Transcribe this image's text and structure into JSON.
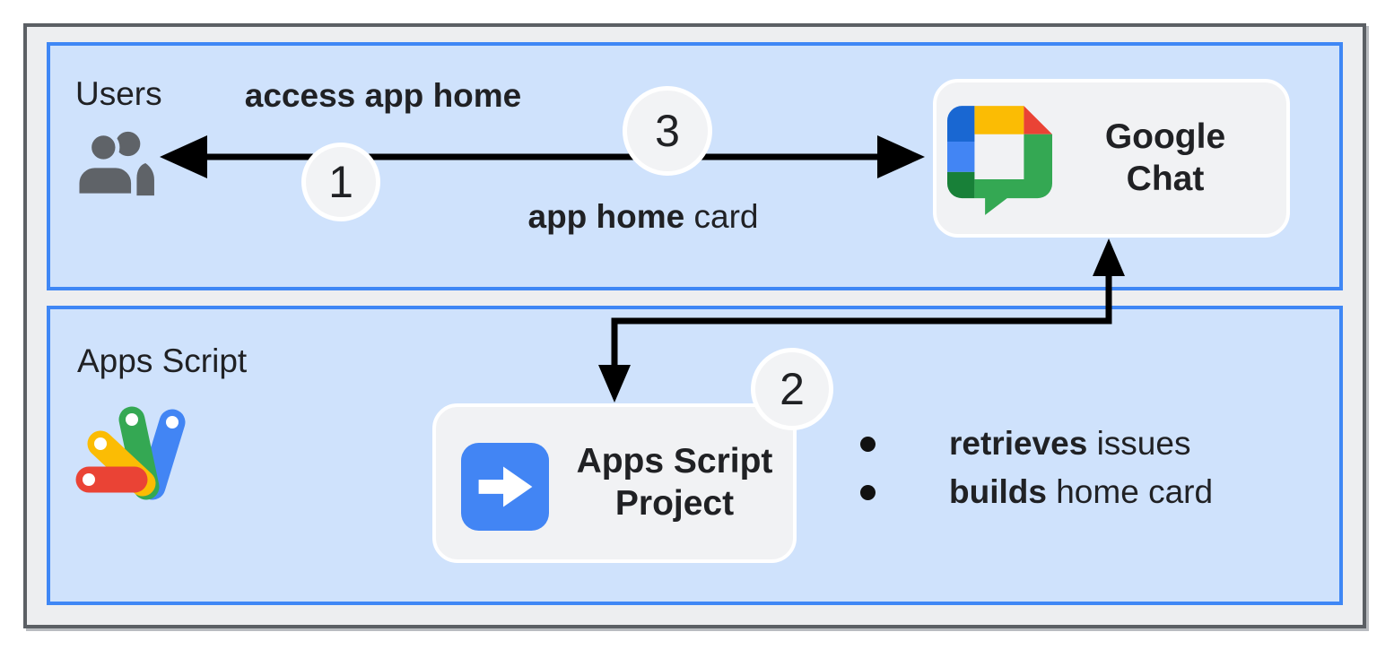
{
  "colors": {
    "panel_fill": "#cfe2fc",
    "panel_border": "#3f87f5",
    "node_fill": "#f1f2f4",
    "node_border": "#ffffff",
    "frame_fill": "#edeef0",
    "frame_border": "#5b5f64",
    "arrow": "#000000",
    "text": "#202124",
    "icon_gray": "#5f6368",
    "google_blue": "#4285f4",
    "google_dark_blue": "#1967d2",
    "google_green": "#34a853",
    "google_dark_green": "#188038",
    "google_yellow": "#fbbc04",
    "google_red": "#ea4335"
  },
  "icons": {
    "users": "users-icon",
    "google_chat": "google-chat-logo",
    "apps_script": "apps-script-logo",
    "project_arrow": "arrow-right-icon"
  },
  "users_panel": {
    "title": "Users",
    "flow_top_label": "access app home",
    "flow_bottom_label_bold": "app home",
    "flow_bottom_label_regular": "card",
    "badge_step1": "1",
    "badge_step3": "3",
    "google_chat": {
      "label": "Google Chat"
    }
  },
  "apps_script_panel": {
    "title": "Apps Script",
    "badge_step2": "2",
    "project_box": {
      "label": "Apps Script Project"
    },
    "bullets": [
      {
        "bold": "retrieves",
        "regular": "issues"
      },
      {
        "bold": "builds",
        "regular": "home card"
      }
    ]
  }
}
